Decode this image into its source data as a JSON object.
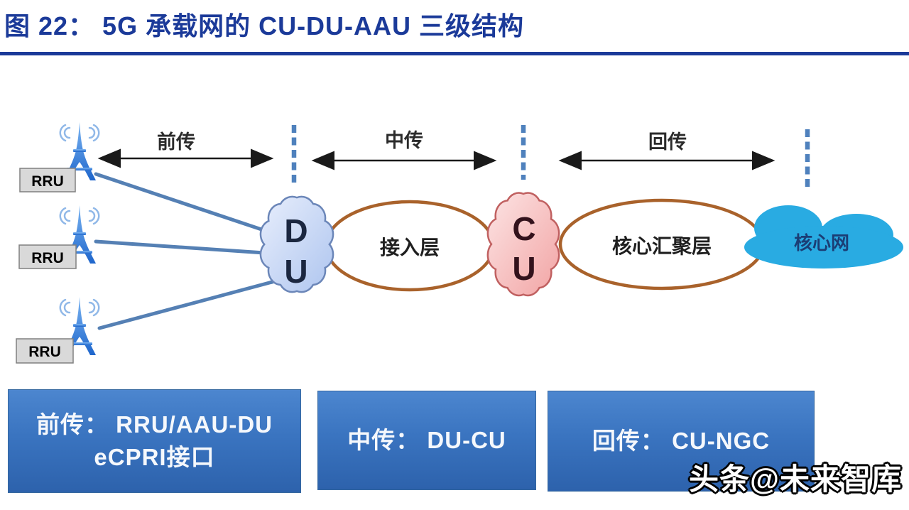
{
  "title": "图 22： 5G 承载网的 CU-DU-AAU 三级结构",
  "diagram": {
    "rru_label": "RRU",
    "fronthaul_label": "前传",
    "midhaul_label": "中传",
    "backhaul_label": "回传",
    "du_cloud": {
      "line1": "D",
      "line2": "U"
    },
    "cu_cloud": {
      "line1": "C",
      "line2": "U"
    },
    "access_layer_label": "接入层",
    "core_aggregation_label": "核心汇聚层",
    "core_network_label": "核心网"
  },
  "legend_boxes": [
    {
      "line1": "前传： RRU/AAU-DU",
      "line2": "eCPRI接口"
    },
    {
      "line1": "中传： DU-CU"
    },
    {
      "line1": "回传： CU-NGC"
    }
  ],
  "watermark": "头条@未来智库",
  "colors": {
    "title_blue": "#1b3a99",
    "legend_box_blue_top": "#4c86cf",
    "legend_box_blue_bottom": "#2d62ac",
    "ellipse_brown": "#a9622b",
    "dashed_separator_blue": "#4f81bd",
    "link_line_blue": "#5580b4",
    "du_cloud_fill": "#c9d9f5",
    "cu_cloud_fill": "#f8bdbd",
    "core_cloud_blue": "#29abe2",
    "rru_box_gray": "#d9d9d9"
  }
}
